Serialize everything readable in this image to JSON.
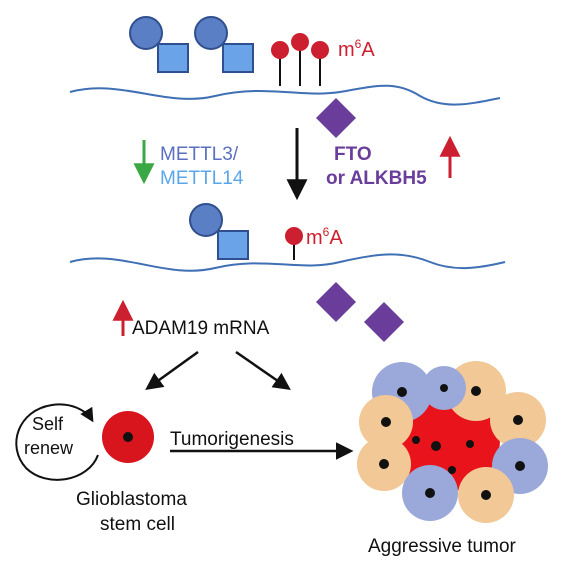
{
  "top_panel": {
    "m6a_letter_m": "m",
    "m6a_superscript": "6",
    "m6a_letter_a": "A"
  },
  "writers": {
    "line1": "METTL3/",
    "line2": "METTL14",
    "direction": "down"
  },
  "erasers": {
    "line1": "FTO",
    "line2": "or ALKBH5",
    "direction": "up"
  },
  "middle_panel": {
    "m6a_letter_m": "m",
    "m6a_superscript": "6",
    "m6a_letter_a": "A"
  },
  "target": {
    "label": "ADAM19 mRNA",
    "direction": "up"
  },
  "gsc": {
    "self_renew_line1": "Self",
    "self_renew_line2": "renew",
    "name_line1": "Glioblastoma",
    "name_line2": "stem cell"
  },
  "process": {
    "label": "Tumorigenesis"
  },
  "tumor": {
    "label": "Aggressive tumor"
  },
  "colors": {
    "writer_shape_fill": "#5b7fc4",
    "writer_square_fill": "#6aa3e8",
    "shape_stroke": "#2f4f8f",
    "m6a_red": "#cc1f2f",
    "eraser_purple": "#6a3d9a",
    "rna_line": "#3f6fb5",
    "arrow_green": "#3aa845",
    "arrow_red": "#cc1f2f",
    "metl3_text": "#5a6fc0",
    "metl14_text": "#5aa6e8",
    "fto_text": "#6a3d9a",
    "cell_blue": "#9aa9d9",
    "cell_tan": "#f1c896",
    "tumor_core": "#e8131b"
  }
}
